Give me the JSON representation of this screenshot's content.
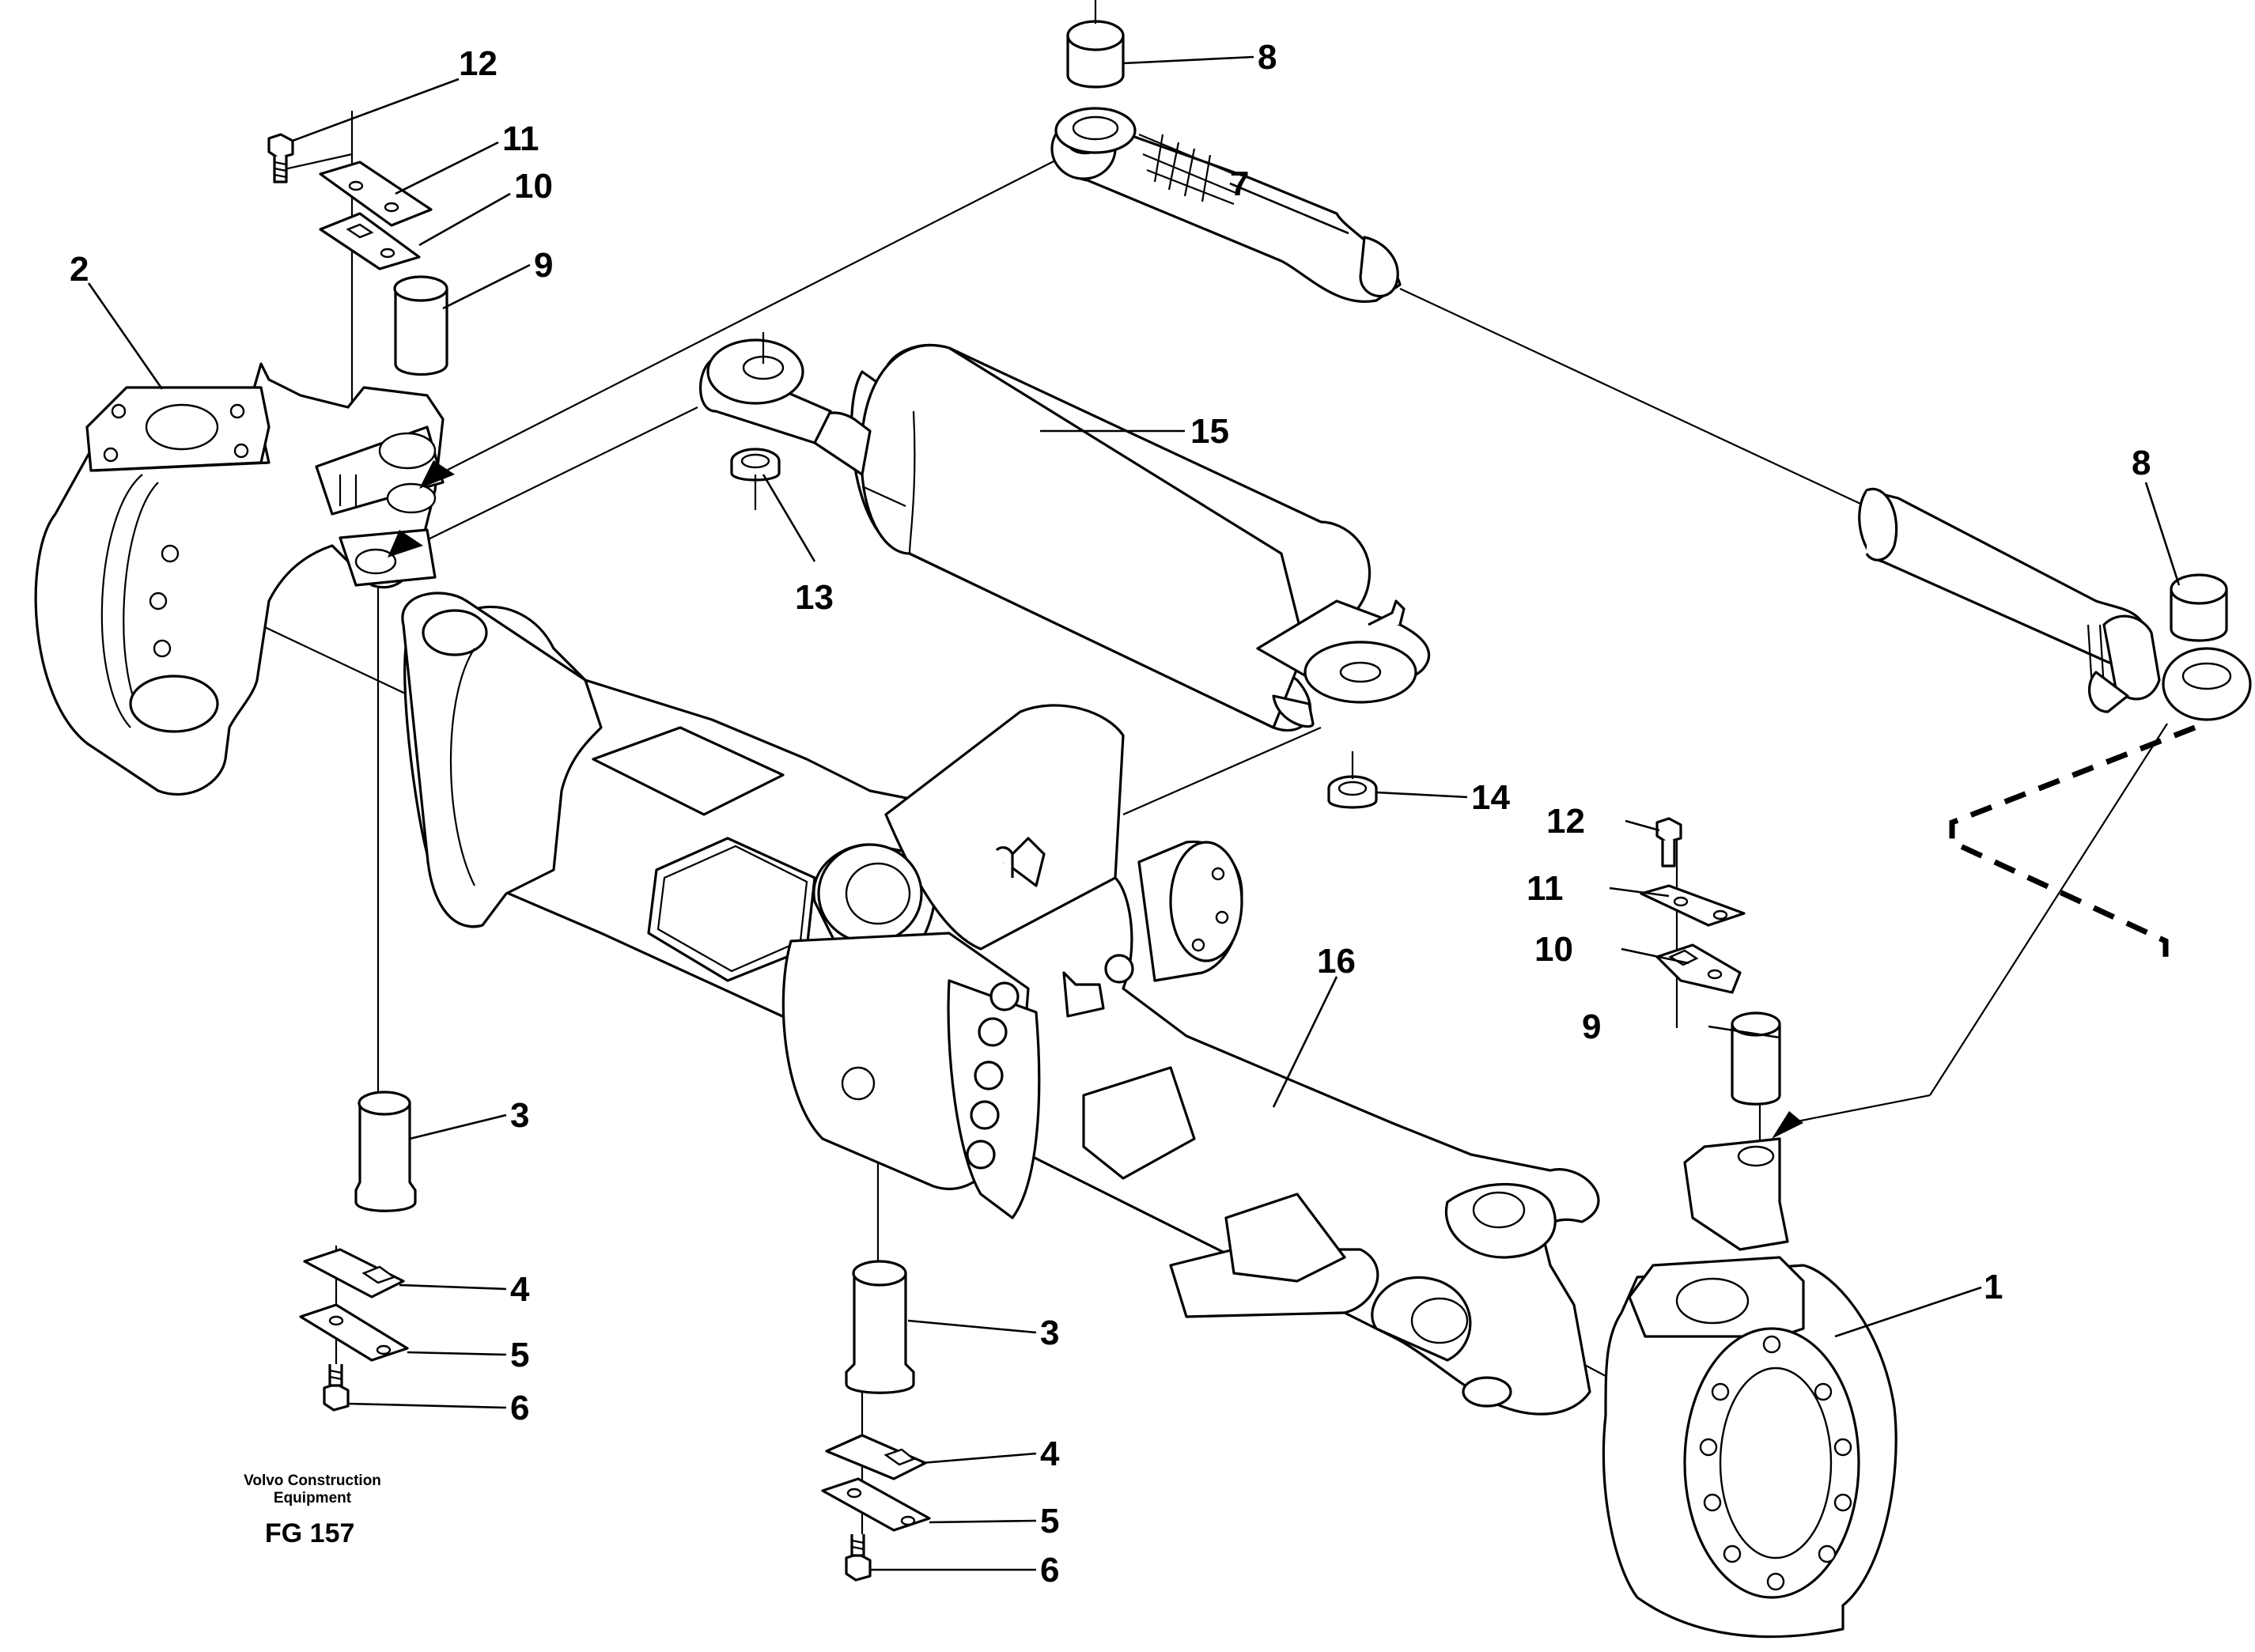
{
  "callouts": [
    {
      "id": "c1",
      "label": "1"
    },
    {
      "id": "c2",
      "label": "2"
    },
    {
      "id": "c3a",
      "label": "3"
    },
    {
      "id": "c3b",
      "label": "3"
    },
    {
      "id": "c4a",
      "label": "4"
    },
    {
      "id": "c4b",
      "label": "4"
    },
    {
      "id": "c5a",
      "label": "5"
    },
    {
      "id": "c5b",
      "label": "5"
    },
    {
      "id": "c6a",
      "label": "6"
    },
    {
      "id": "c6b",
      "label": "6"
    },
    {
      "id": "c7",
      "label": "7"
    },
    {
      "id": "c8a",
      "label": "8"
    },
    {
      "id": "c8b",
      "label": "8"
    },
    {
      "id": "c9a",
      "label": "9"
    },
    {
      "id": "c9b",
      "label": "9"
    },
    {
      "id": "c10a",
      "label": "10"
    },
    {
      "id": "c10b",
      "label": "10"
    },
    {
      "id": "c11a",
      "label": "11"
    },
    {
      "id": "c11b",
      "label": "11"
    },
    {
      "id": "c12a",
      "label": "12"
    },
    {
      "id": "c12b",
      "label": "12"
    },
    {
      "id": "c13",
      "label": "13"
    },
    {
      "id": "c14",
      "label": "14"
    },
    {
      "id": "c15",
      "label": "15"
    },
    {
      "id": "c16",
      "label": "16"
    }
  ],
  "footer": {
    "brand_line1": "Volvo Construction",
    "brand_line2": "Equipment",
    "figure_code": "FG 157"
  }
}
